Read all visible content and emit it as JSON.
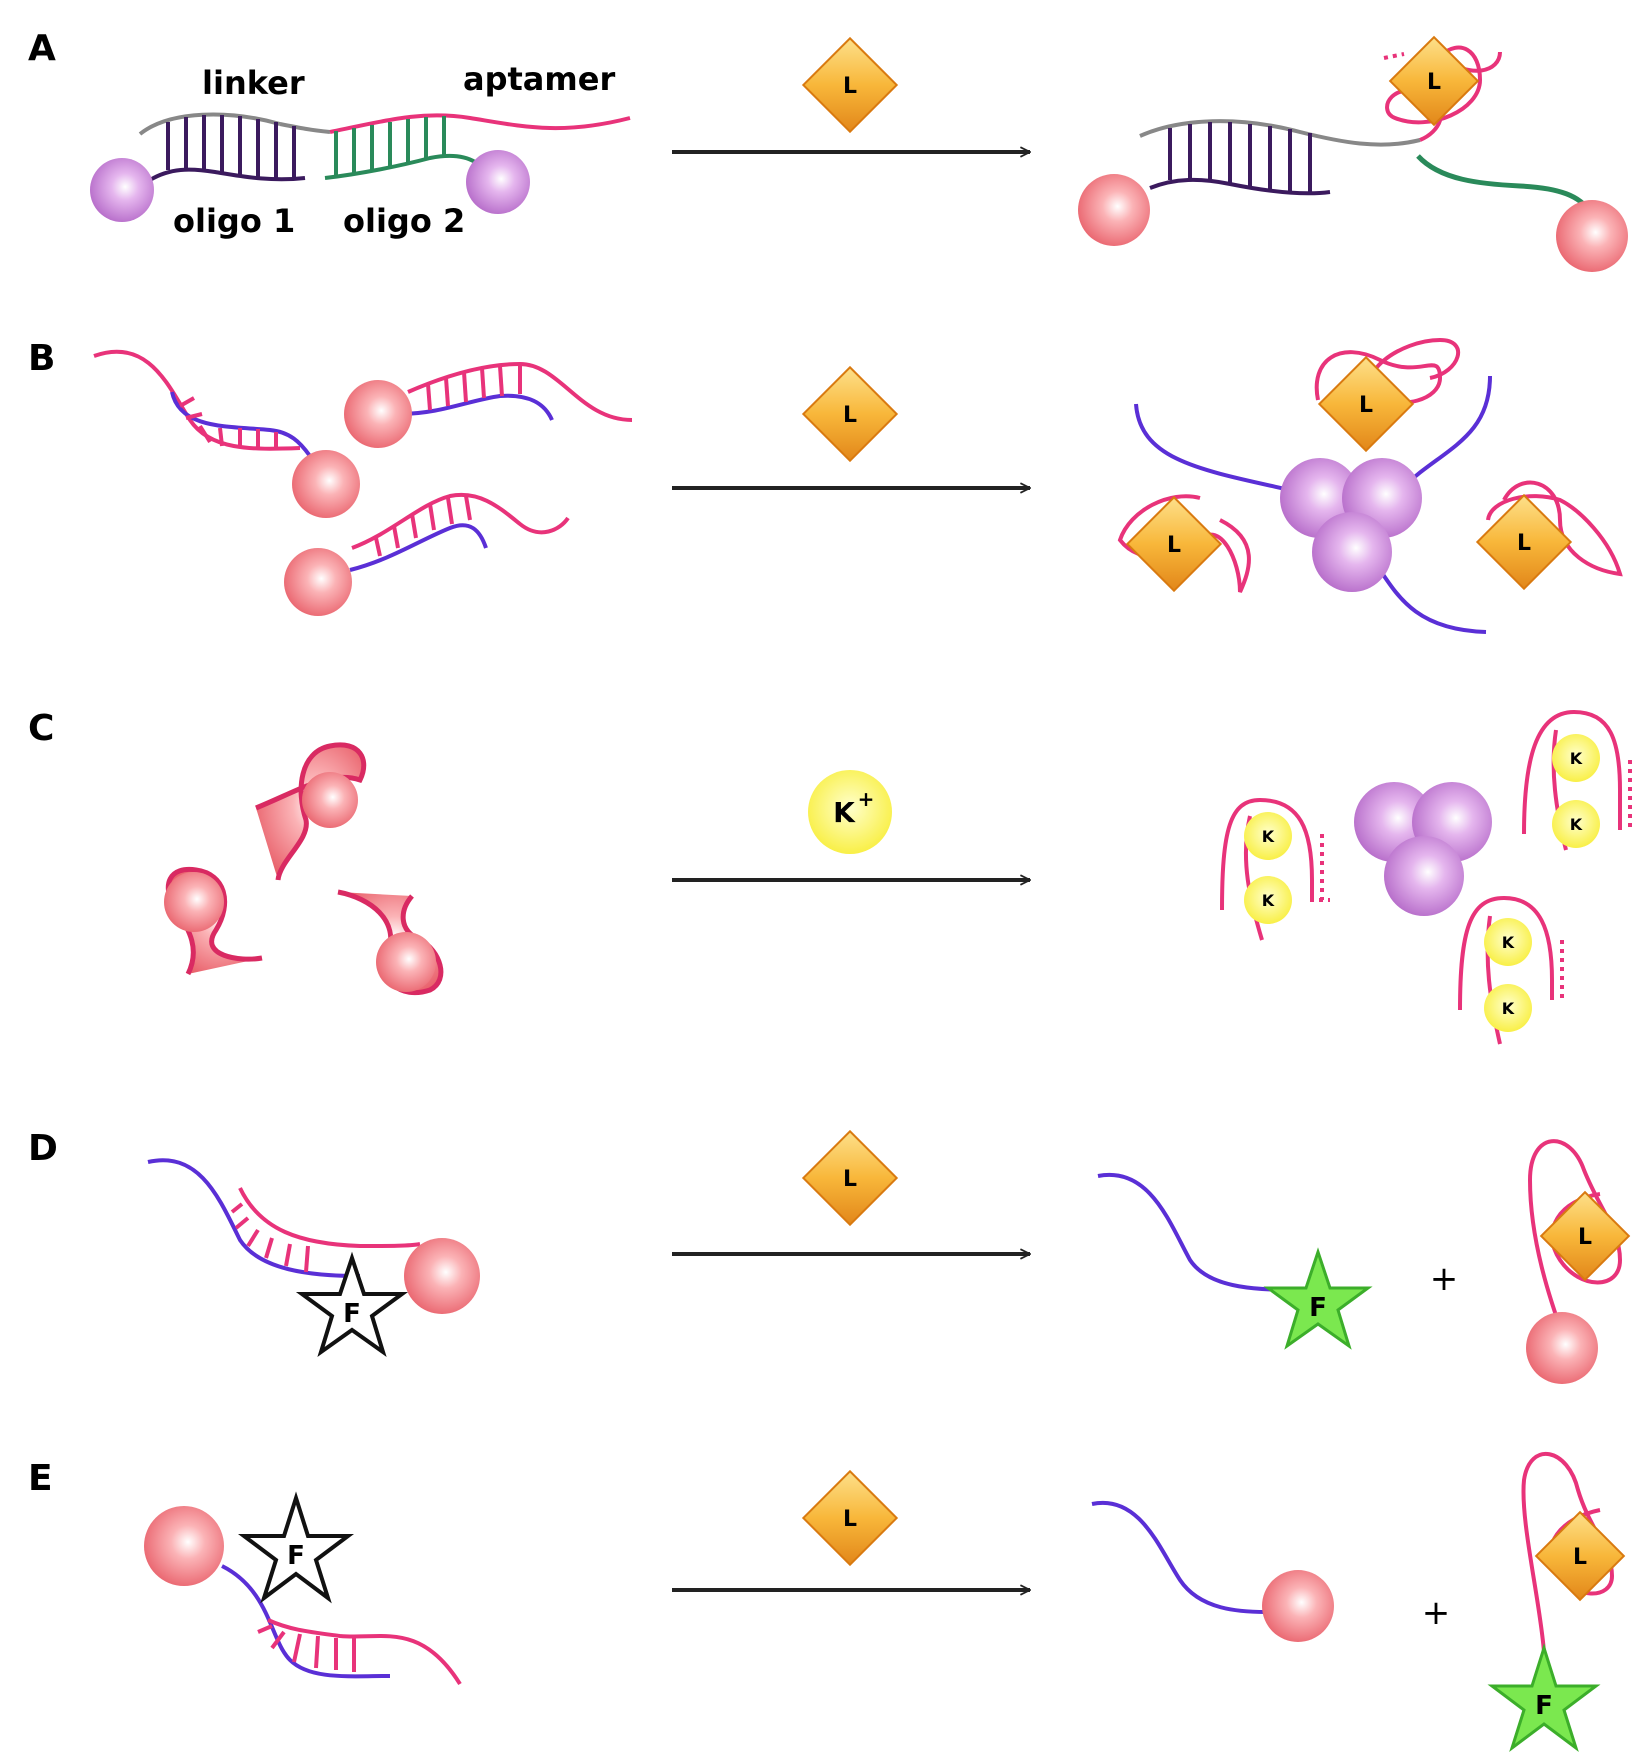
{
  "panels": {
    "A": {
      "label": "A",
      "linker": "linker",
      "aptamer": "aptamer",
      "oligo1": "oligo 1",
      "oligo2": "oligo 2",
      "ligand": "L"
    },
    "B": {
      "label": "B",
      "ligand": "L"
    },
    "C": {
      "label": "C",
      "ion": "K",
      "ion_charge": "+"
    },
    "D": {
      "label": "D",
      "ligand": "L",
      "fluor": "F",
      "plus": "+"
    },
    "E": {
      "label": "E",
      "ligand": "L",
      "fluor": "F",
      "plus": "+"
    }
  },
  "colors": {
    "aptamer": "#e8337a",
    "complement": "#5a2fd6",
    "oligo1": "#3b1a5e",
    "oligo2": "#2a8a5a",
    "linker": "#888888",
    "particle_red": "#f2757e",
    "particle_purple": "#c27ad6",
    "ligand": "#f5a623",
    "ion": "#fff45a",
    "fluor_on": "#7be84f"
  }
}
